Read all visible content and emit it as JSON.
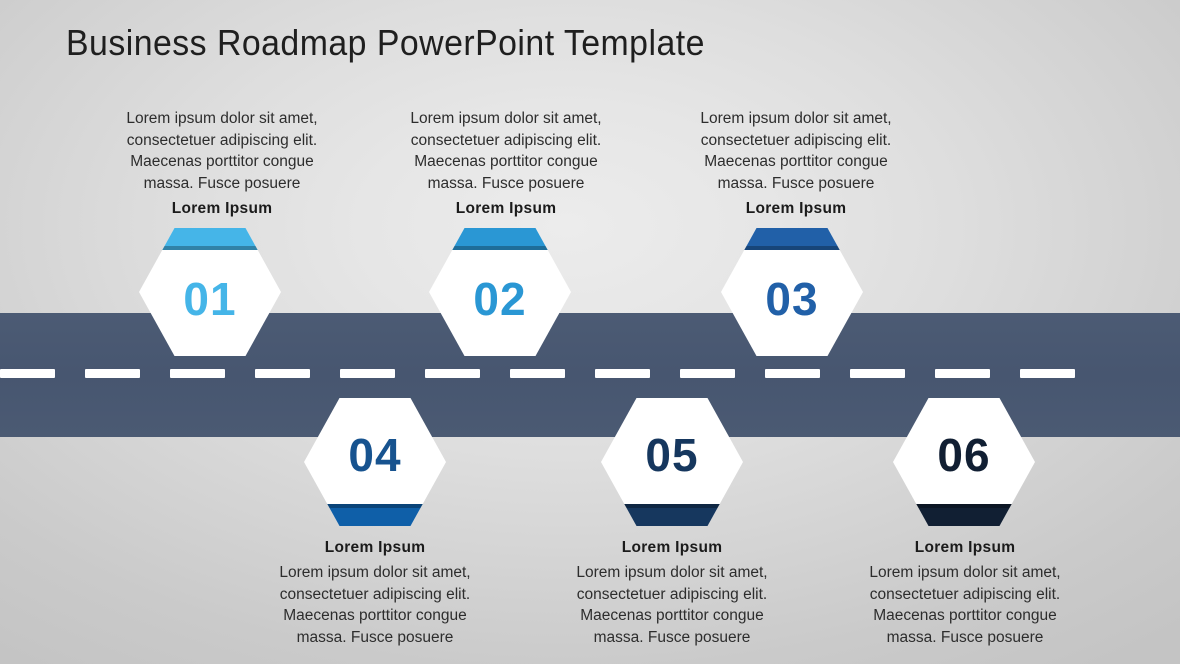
{
  "slide": {
    "title": "Business Roadmap PowerPoint Template",
    "background_color": "#dedede",
    "road_color": "#475670",
    "dash_color": "#ffffff",
    "dash_count": 13
  },
  "steps": [
    {
      "number": "01",
      "position": "top",
      "accent_color": "#45b5e8",
      "number_color": "#45b5e8",
      "heading": "Lorem Ipsum",
      "body": "Lorem ipsum dolor sit amet, consectetuer adipiscing elit. Maecenas porttitor congue massa. Fusce posuere"
    },
    {
      "number": "02",
      "position": "top",
      "accent_color": "#2a97d4",
      "number_color": "#2a97d4",
      "heading": "Lorem Ipsum",
      "body": "Lorem ipsum dolor sit amet, consectetuer adipiscing elit. Maecenas porttitor congue massa. Fusce posuere"
    },
    {
      "number": "03",
      "position": "top",
      "accent_color": "#2160a8",
      "number_color": "#2160a8",
      "heading": "Lorem Ipsum",
      "body": "Lorem ipsum dolor sit amet, consectetuer adipiscing elit. Maecenas porttitor congue massa. Fusce posuere"
    },
    {
      "number": "04",
      "position": "bottom",
      "accent_color": "#0f5fa8",
      "number_color": "#17538f",
      "heading": "Lorem Ipsum",
      "body": "Lorem ipsum dolor sit amet, consectetuer adipiscing elit. Maecenas porttitor congue massa. Fusce posuere"
    },
    {
      "number": "05",
      "position": "bottom",
      "accent_color": "#16375e",
      "number_color": "#16375e",
      "heading": "Lorem Ipsum",
      "body": "Lorem ipsum dolor sit amet, consectetuer adipiscing elit. Maecenas porttitor congue massa. Fusce posuere"
    },
    {
      "number": "06",
      "position": "bottom",
      "accent_color": "#111f33",
      "number_color": "#111f33",
      "heading": "Lorem Ipsum",
      "body": "Lorem ipsum dolor sit amet, consectetuer adipiscing elit. Maecenas porttitor congue massa. Fusce posuere"
    }
  ]
}
